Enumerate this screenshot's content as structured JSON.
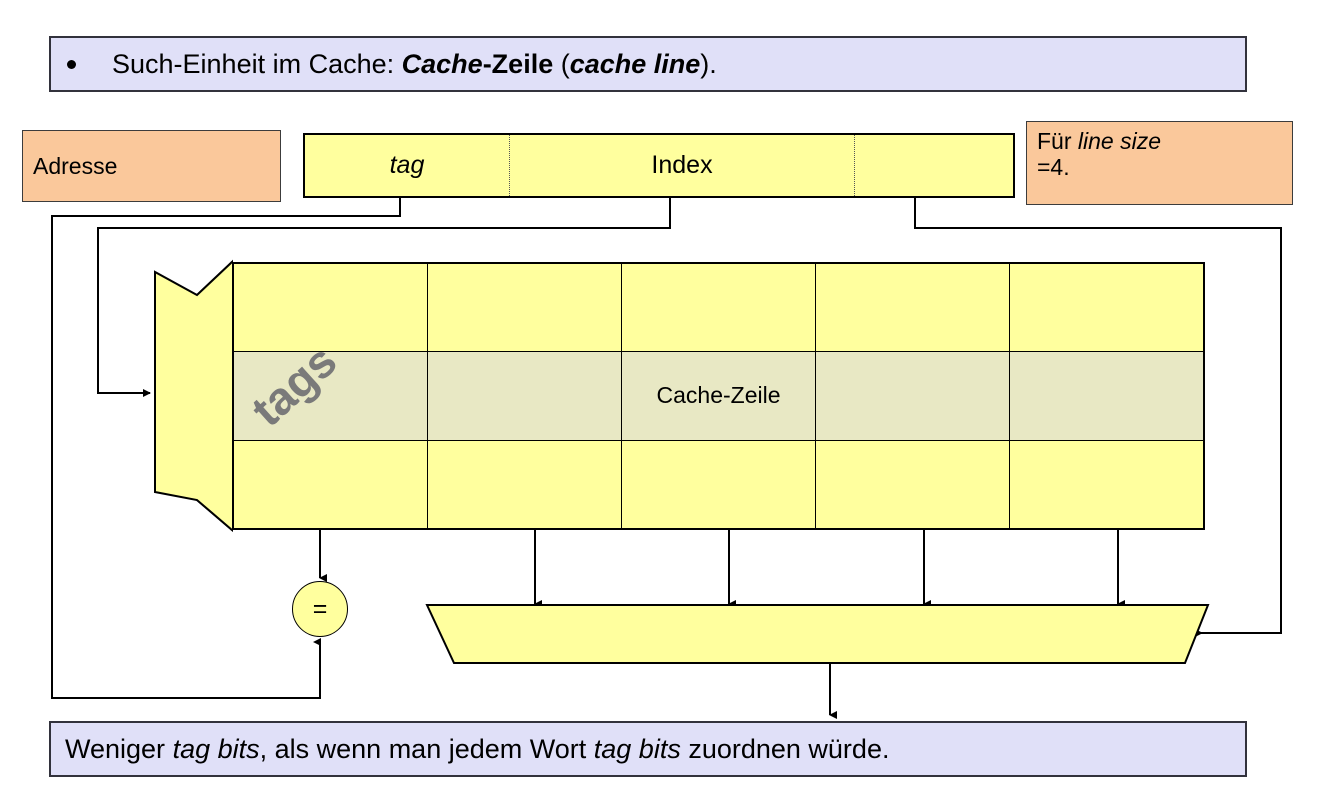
{
  "slide": {
    "top_banner": {
      "bullet": "•",
      "text_parts": [
        {
          "t": "Such-Einheit im Cache: ",
          "style": "normal"
        },
        {
          "t": "Cache-Zeile",
          "style": "bold-italic-mixed"
        },
        {
          "t": " (",
          "style": "normal"
        },
        {
          "t": "cache line",
          "style": "bold-italic"
        },
        {
          "t": ").",
          "style": "normal"
        }
      ],
      "plain": "Such-Einheit im Cache: Cache-Zeile (cache line)."
    },
    "bottom_banner": {
      "plain": "Weniger tag bits, als wenn man jedem Wort tag bits zuordnen würde.",
      "parts": [
        {
          "t": "Weniger ",
          "style": "normal"
        },
        {
          "t": "tag bits",
          "style": "italic"
        },
        {
          "t": ", als wenn man jedem Wort ",
          "style": "normal"
        },
        {
          "t": "tag bits",
          "style": "italic"
        },
        {
          "t": " zuordnen würde.",
          "style": "normal"
        }
      ]
    }
  },
  "notes": {
    "adresse_label": "Adresse",
    "linesize_prefix": "Für ",
    "linesize_italic": "line size",
    "linesize_suffix": "=4."
  },
  "address_field": {
    "segments": [
      {
        "label": "tag",
        "italic": true
      },
      {
        "label": "Index",
        "italic": false
      },
      {
        "label": "",
        "italic": false
      }
    ]
  },
  "cache": {
    "rows": 3,
    "columns": 5,
    "highlight_row_index": 1,
    "cache_line_label": "Cache-Zeile",
    "cache_line_cell_index": 2,
    "tags_label": "tags",
    "comparator_label": "="
  },
  "colors": {
    "banner_fill": "#E0E0F8",
    "banner_border": "#32323C",
    "banner_shadow": "#808080",
    "note_fill": "#FAC89B",
    "yellow_fill": "#FFFF9E",
    "highlight_fill": "#E8E8C4",
    "line_color": "#000000",
    "tags_text": "#7A7A7A"
  }
}
